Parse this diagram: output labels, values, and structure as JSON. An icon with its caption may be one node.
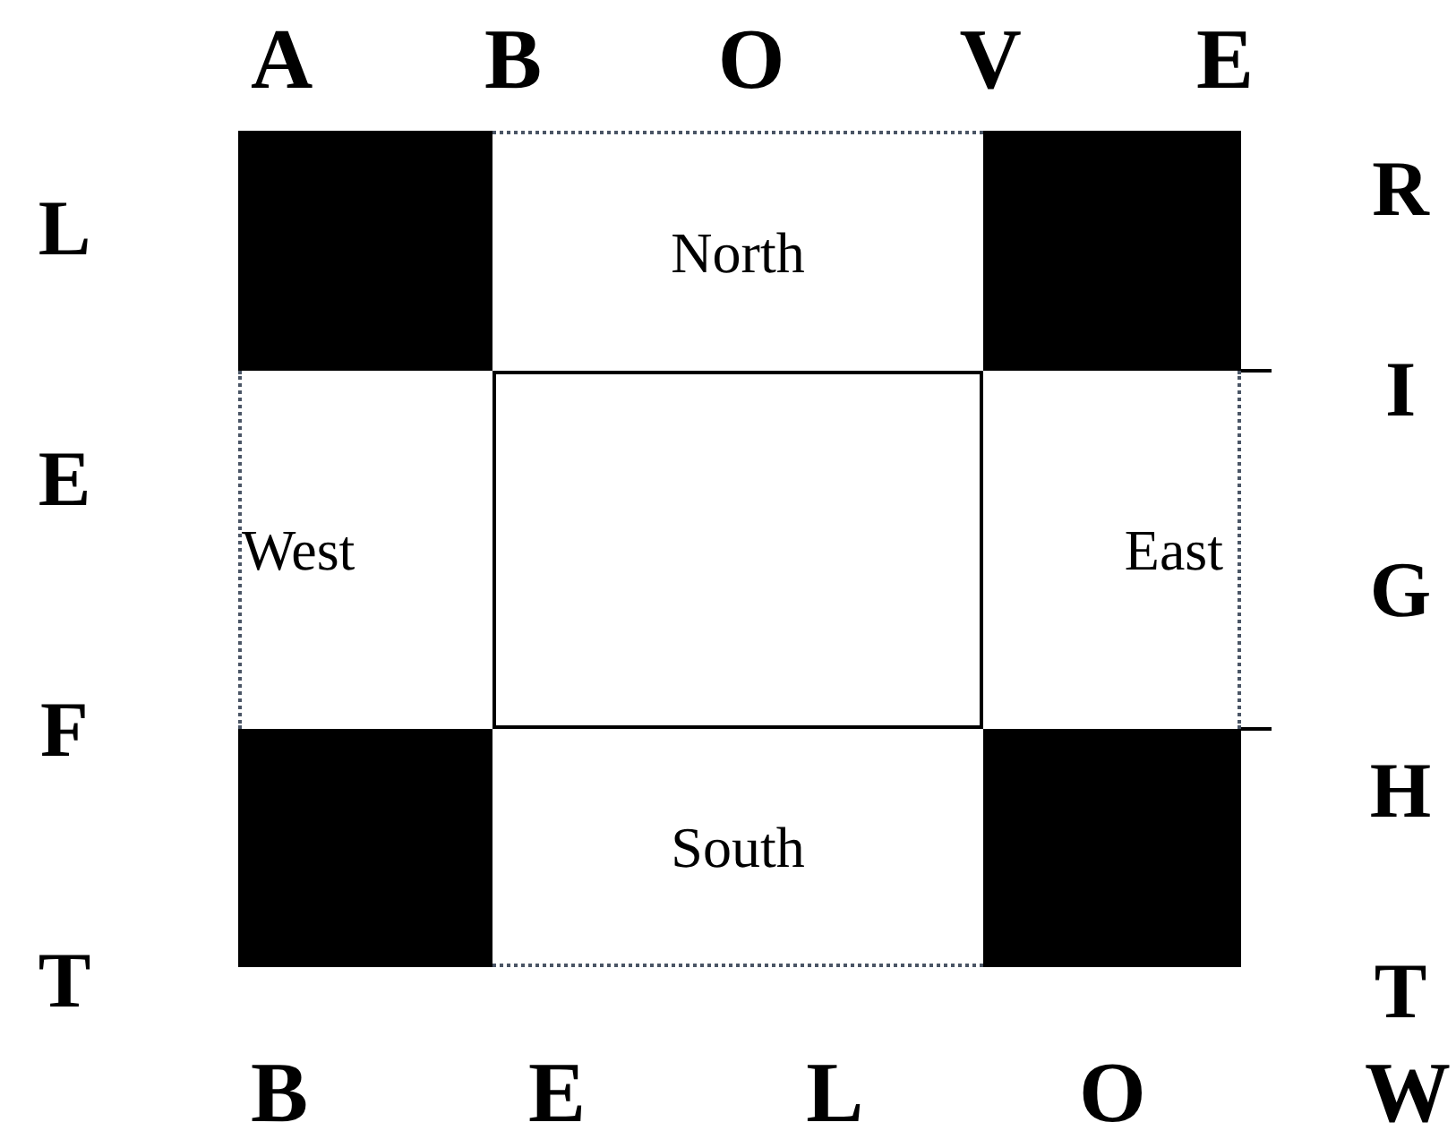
{
  "diagram": {
    "nodes": [
      {
        "text": [],
        "shape": "box"
      },
      {
        "text": [
          "North"
        ]
      },
      {
        "text": [],
        "shape": "box"
      },
      {
        "text": [
          "West"
        ]
      },
      {
        "text": [],
        "shape": "box"
      },
      {
        "text": [
          "East"
        ]
      },
      {
        "text": [],
        "shape": "box"
      },
      {
        "text": [
          "South"
        ]
      },
      {
        "text": [],
        "shape": "box"
      }
    ],
    "labels": [
      "A B O V E",
      "L E F T",
      "R I G H T",
      "B E L O W"
    ]
  }
}
